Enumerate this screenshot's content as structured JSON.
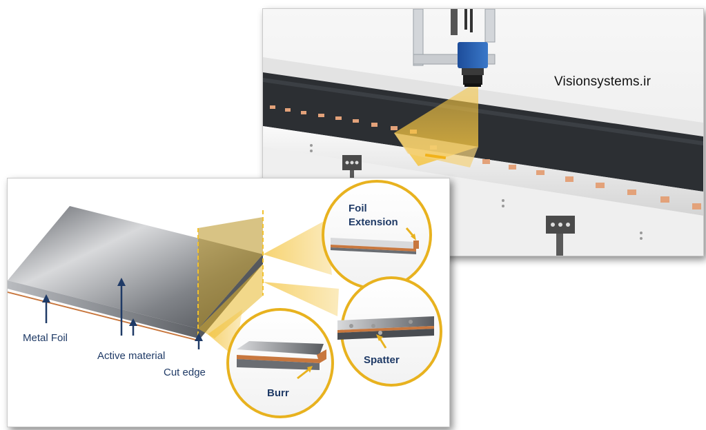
{
  "conveyor": {
    "watermark": "Visionsystems.ir"
  },
  "foil_diagram": {
    "labels": {
      "metal_foil": "Metal Foil",
      "active_material": "Active material",
      "cut_edge": "Cut edge"
    },
    "callouts": {
      "foil_extension": "Foil Extension",
      "spatter": "Spatter",
      "burr": "Burr"
    }
  },
  "colors": {
    "highlight": "#f2c230",
    "highlight_border": "#e8b21f",
    "label_blue": "#1f3a66",
    "copper": "#c8773e",
    "belt": "#2c2f33"
  }
}
